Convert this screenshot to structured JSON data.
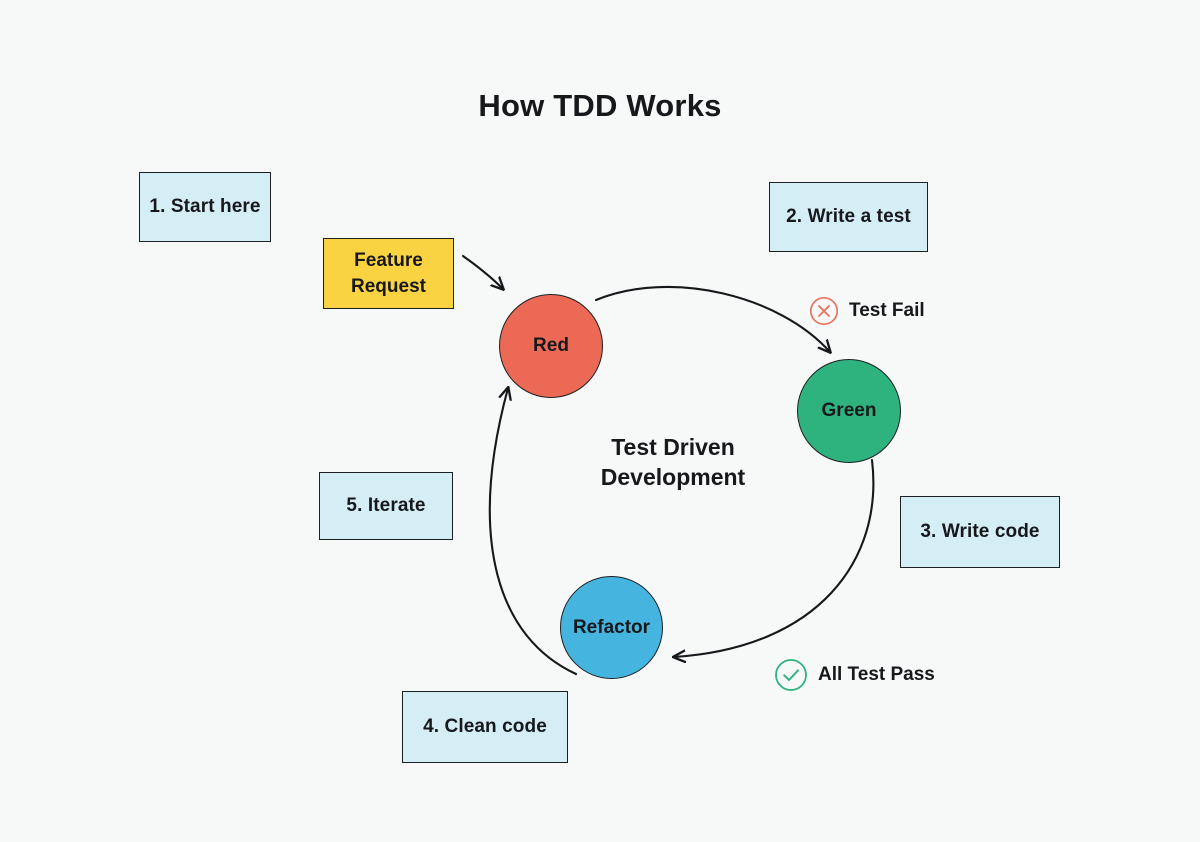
{
  "page": {
    "title": "How TDD Works",
    "background_color": "#f7f8f8"
  },
  "diagram": {
    "center_label_line1": "Test Driven",
    "center_label_line2": "Development",
    "source_box": {
      "line1": "Feature",
      "line2": "Request",
      "fill": "#f9d342"
    },
    "nodes": [
      {
        "id": "red",
        "label": "Red",
        "fill": "#ec6a55"
      },
      {
        "id": "green",
        "label": "Green",
        "fill": "#2eb37f"
      },
      {
        "id": "refactor",
        "label": "Refactor",
        "fill": "#45b5e0"
      }
    ],
    "steps": [
      {
        "label": "1. Start here",
        "fill": "#d5edf5"
      },
      {
        "label": "2. Write a test",
        "fill": "#d5edf5"
      },
      {
        "label": "3. Write code",
        "fill": "#d5edf5"
      },
      {
        "label": "4. Clean code",
        "fill": "#d5edf5"
      },
      {
        "label": "5. Iterate",
        "fill": "#d5edf5"
      }
    ],
    "statuses": [
      {
        "label": "Test Fail",
        "icon": "circle-x-icon",
        "color": "#e8735f"
      },
      {
        "label": "All Test Pass",
        "icon": "circle-check-icon",
        "color": "#2eb37f"
      }
    ],
    "arrows": [
      {
        "from": "feature-request",
        "to": "red"
      },
      {
        "from": "red",
        "to": "green"
      },
      {
        "from": "green",
        "to": "refactor"
      },
      {
        "from": "refactor",
        "to": "red"
      }
    ]
  }
}
